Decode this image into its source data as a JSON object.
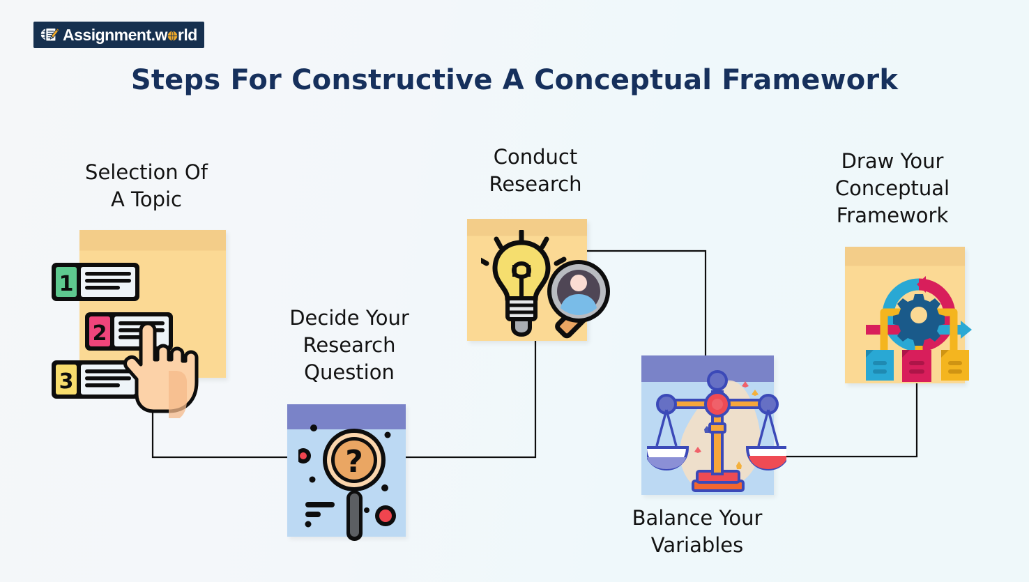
{
  "brand": {
    "logo_text": "Assignment.world",
    "logo_icon": "globe-document-pencil-icon",
    "logo_bg": "#16304f",
    "pencil_color": "#f0a929"
  },
  "header": {
    "title": "Steps For Constructive A Conceptual Framework",
    "title_color": "#16305c"
  },
  "background": {
    "color_left": "#f5f7f9",
    "color_right": "#eff8fa"
  },
  "steps": [
    {
      "id": "selection-of-a-topic",
      "label": "Selection Of\nA Topic",
      "icon": "numbered-list-hand-icon",
      "card": "yellow-sticky-note",
      "card_color": "#fbd994",
      "badges": [
        {
          "number": "1",
          "color": "#5ec98f"
        },
        {
          "number": "2",
          "color": "#f0457b"
        },
        {
          "number": "3",
          "color": "#f8dd6d"
        }
      ]
    },
    {
      "id": "decide-your-research-question",
      "label": "Decide Your\nResearch\nQuestion",
      "icon": "magnifier-question-mark-icon",
      "card": "blue-card",
      "card_color": "#bcd9f3",
      "card_cap_color": "#7a83c8"
    },
    {
      "id": "conduct-research",
      "label": "Conduct\nResearch",
      "icon": "lightbulb-magnifier-person-icon",
      "card": "yellow-sticky-note",
      "card_color": "#fbd994",
      "bulb_color": "#f5de6e"
    },
    {
      "id": "balance-your-variables",
      "label": "Balance Your\nVariables",
      "icon": "balance-scale-icon",
      "card": "blue-card",
      "card_color": "#bcd9f3",
      "card_cap_color": "#7a83c8"
    },
    {
      "id": "draw-your-conceptual-framework",
      "label": "Draw Your\nConceptual\nFramework",
      "icon": "workflow-gear-diagram-icon",
      "card": "yellow-sticky-note",
      "card_color": "#fbd994",
      "node_colors": [
        "#29a8d4",
        "#d81e5b",
        "#f4b51f"
      ]
    }
  ],
  "connectors": {
    "color": "#0d0d0d",
    "width": 2
  }
}
